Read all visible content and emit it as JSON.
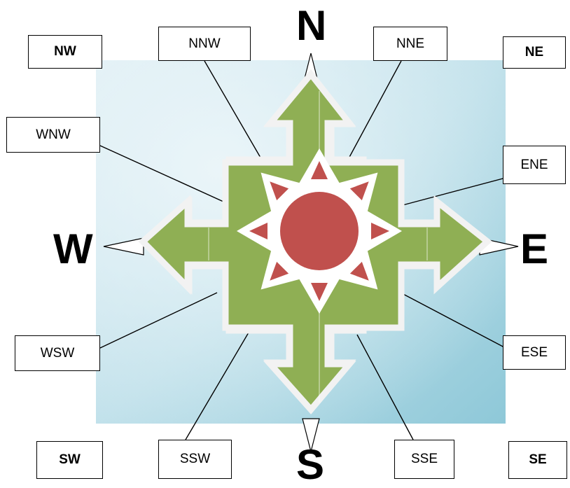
{
  "cardinals": {
    "north": "N",
    "south": "S",
    "east": "E",
    "west": "W"
  },
  "intercardinals": {
    "nw": "NW",
    "ne": "NE",
    "sw": "SW",
    "se": "SE"
  },
  "secondary": {
    "nnw": "NNW",
    "nne": "NNE",
    "wnw": "WNW",
    "ene": "ENE",
    "wsw": "WSW",
    "ese": "ESE",
    "ssw": "SSW",
    "sse": "SSE"
  },
  "colors": {
    "background_light": "#dcedf4",
    "background_dark": "#8ec8d8",
    "arrow_green": "#8faf54",
    "center_red": "#c0504d",
    "outline_white": "#f2f2f2"
  }
}
